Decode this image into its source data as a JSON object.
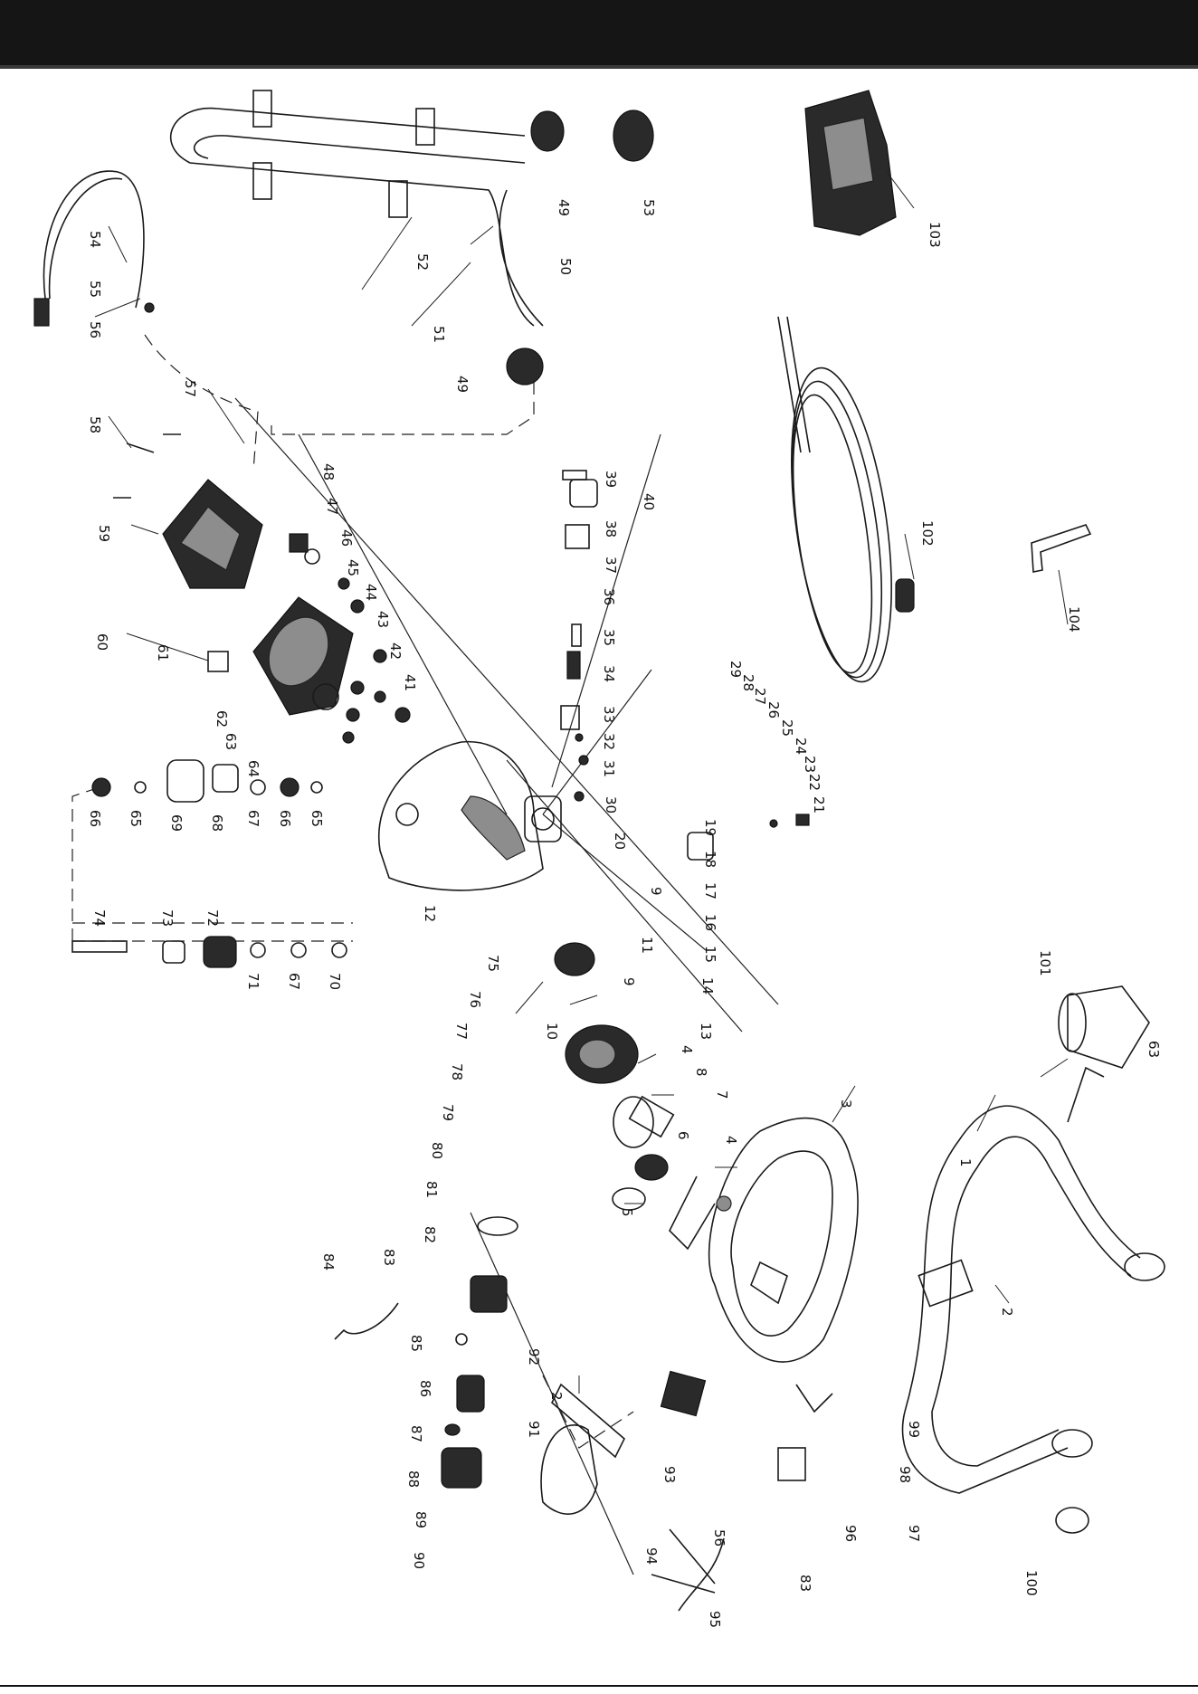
{
  "header": {
    "color": "#151515"
  },
  "callouts": [
    {
      "id": "c1",
      "text": "1"
    },
    {
      "id": "c2a",
      "text": "2"
    },
    {
      "id": "c2b",
      "text": "2"
    },
    {
      "id": "c3",
      "text": "3"
    },
    {
      "id": "c4a",
      "text": "4"
    },
    {
      "id": "c4b",
      "text": "4"
    },
    {
      "id": "c5",
      "text": "5"
    },
    {
      "id": "c6",
      "text": "6"
    },
    {
      "id": "c7",
      "text": "7"
    },
    {
      "id": "c8",
      "text": "8"
    },
    {
      "id": "c9a",
      "text": "9"
    },
    {
      "id": "c9b",
      "text": "9"
    },
    {
      "id": "c10",
      "text": "10"
    },
    {
      "id": "c11",
      "text": "11"
    },
    {
      "id": "c12",
      "text": "12"
    },
    {
      "id": "c13",
      "text": "13"
    },
    {
      "id": "c14",
      "text": "14"
    },
    {
      "id": "c15",
      "text": "15"
    },
    {
      "id": "c16",
      "text": "16"
    },
    {
      "id": "c17",
      "text": "17"
    },
    {
      "id": "c18",
      "text": "18"
    },
    {
      "id": "c19",
      "text": "19"
    },
    {
      "id": "c20",
      "text": "20"
    },
    {
      "id": "c21",
      "text": "21"
    },
    {
      "id": "c22",
      "text": "22"
    },
    {
      "id": "c23",
      "text": "23"
    },
    {
      "id": "c24",
      "text": "24"
    },
    {
      "id": "c25",
      "text": "25"
    },
    {
      "id": "c26",
      "text": "26"
    },
    {
      "id": "c27",
      "text": "27"
    },
    {
      "id": "c28",
      "text": "28"
    },
    {
      "id": "c29",
      "text": "29"
    },
    {
      "id": "c30",
      "text": "30"
    },
    {
      "id": "c31",
      "text": "31"
    },
    {
      "id": "c32",
      "text": "32"
    },
    {
      "id": "c33",
      "text": "33"
    },
    {
      "id": "c34",
      "text": "34"
    },
    {
      "id": "c35",
      "text": "35"
    },
    {
      "id": "c36",
      "text": "36"
    },
    {
      "id": "c37",
      "text": "37"
    },
    {
      "id": "c38",
      "text": "38"
    },
    {
      "id": "c39",
      "text": "39"
    },
    {
      "id": "c40",
      "text": "40"
    },
    {
      "id": "c41",
      "text": "41"
    },
    {
      "id": "c42",
      "text": "42"
    },
    {
      "id": "c43",
      "text": "43"
    },
    {
      "id": "c44",
      "text": "44"
    },
    {
      "id": "c45",
      "text": "45"
    },
    {
      "id": "c46",
      "text": "46"
    },
    {
      "id": "c47",
      "text": "47"
    },
    {
      "id": "c48",
      "text": "48"
    },
    {
      "id": "c49a",
      "text": "49"
    },
    {
      "id": "c49b",
      "text": "49"
    },
    {
      "id": "c50",
      "text": "50"
    },
    {
      "id": "c51",
      "text": "51"
    },
    {
      "id": "c52",
      "text": "52"
    },
    {
      "id": "c53",
      "text": "53"
    },
    {
      "id": "c54",
      "text": "54"
    },
    {
      "id": "c55",
      "text": "55"
    },
    {
      "id": "c56a",
      "text": "56"
    },
    {
      "id": "c56b",
      "text": "56"
    },
    {
      "id": "c57",
      "text": "57"
    },
    {
      "id": "c58",
      "text": "58"
    },
    {
      "id": "c59",
      "text": "59"
    },
    {
      "id": "c60",
      "text": "60"
    },
    {
      "id": "c61",
      "text": "61"
    },
    {
      "id": "c62",
      "text": "62"
    },
    {
      "id": "c63a",
      "text": "63"
    },
    {
      "id": "c63b",
      "text": "63"
    },
    {
      "id": "c64",
      "text": "64"
    },
    {
      "id": "c65a",
      "text": "65"
    },
    {
      "id": "c65b",
      "text": "65"
    },
    {
      "id": "c66a",
      "text": "66"
    },
    {
      "id": "c66b",
      "text": "66"
    },
    {
      "id": "c67a",
      "text": "67"
    },
    {
      "id": "c67b",
      "text": "67"
    },
    {
      "id": "c68",
      "text": "68"
    },
    {
      "id": "c69",
      "text": "69"
    },
    {
      "id": "c70",
      "text": "70"
    },
    {
      "id": "c71",
      "text": "71"
    },
    {
      "id": "c72",
      "text": "72"
    },
    {
      "id": "c73",
      "text": "73"
    },
    {
      "id": "c74",
      "text": "74"
    },
    {
      "id": "c75",
      "text": "75"
    },
    {
      "id": "c76",
      "text": "76"
    },
    {
      "id": "c77",
      "text": "77"
    },
    {
      "id": "c78",
      "text": "78"
    },
    {
      "id": "c79",
      "text": "79"
    },
    {
      "id": "c80",
      "text": "80"
    },
    {
      "id": "c81",
      "text": "81"
    },
    {
      "id": "c82",
      "text": "82"
    },
    {
      "id": "c83a",
      "text": "83"
    },
    {
      "id": "c83b",
      "text": "83"
    },
    {
      "id": "c84",
      "text": "84"
    },
    {
      "id": "c85",
      "text": "85"
    },
    {
      "id": "c86",
      "text": "86"
    },
    {
      "id": "c87",
      "text": "87"
    },
    {
      "id": "c88",
      "text": "88"
    },
    {
      "id": "c89",
      "text": "89"
    },
    {
      "id": "c90",
      "text": "90"
    },
    {
      "id": "c91",
      "text": "91"
    },
    {
      "id": "c92",
      "text": "92"
    },
    {
      "id": "c93",
      "text": "93"
    },
    {
      "id": "c94",
      "text": "94"
    },
    {
      "id": "c95",
      "text": "95"
    },
    {
      "id": "c96",
      "text": "96"
    },
    {
      "id": "c97",
      "text": "97"
    },
    {
      "id": "c98",
      "text": "98"
    },
    {
      "id": "c99",
      "text": "99"
    },
    {
      "id": "c100",
      "text": "100"
    },
    {
      "id": "c101",
      "text": "101"
    },
    {
      "id": "c102",
      "text": "102"
    },
    {
      "id": "c103",
      "text": "103"
    },
    {
      "id": "c104",
      "text": "104"
    }
  ]
}
